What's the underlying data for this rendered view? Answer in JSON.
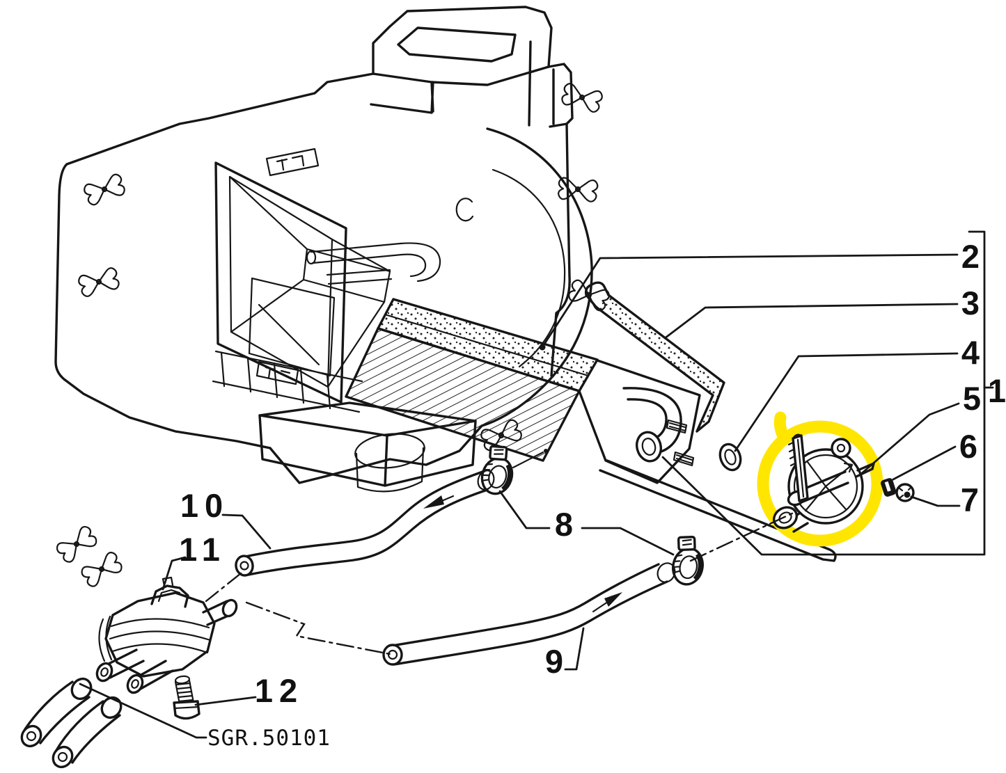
{
  "figure": {
    "type": "exploded-parts-diagram",
    "subject": "heater-box-matrix-and-water-valve",
    "background_color": "#ffffff",
    "line_color": "#161616",
    "highlight_color": "#ffe600"
  },
  "callouts": {
    "c1": "1",
    "c2": "2",
    "c3": "3",
    "c4": "4",
    "c5": "5",
    "c6": "6",
    "c7": "7",
    "c8": "8",
    "c9": "9",
    "c10": "10",
    "c11": "11",
    "c12": "12"
  },
  "reference_code": "SGR.50101"
}
